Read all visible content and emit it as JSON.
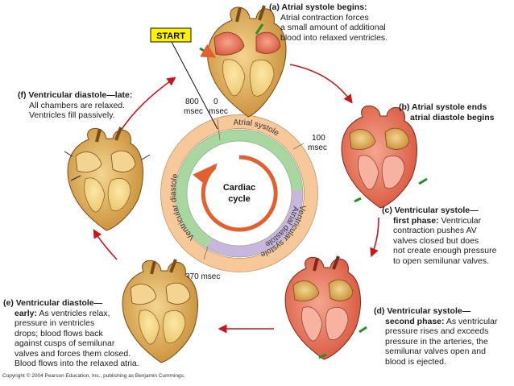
{
  "start_label": "START",
  "center": {
    "line1": "Cardiac",
    "line2": "cycle"
  },
  "ring": {
    "atrial_systole": "Atrial systole",
    "atrial_diastole": "Atrial diastole",
    "ventricular_systole": "Ventricular systole",
    "ventricular_diastole": "Ventricular diastole"
  },
  "times": {
    "t800_a": "800",
    "t800_b": "msec",
    "t0_a": "0",
    "t0_b": "msec",
    "t100_a": "100",
    "t100_b": "msec",
    "t370": "370 msec"
  },
  "phases": {
    "a": {
      "title": "(a) Atrial systole begins:",
      "lines": [
        "Atrial contraction forces",
        "a small amount of additional",
        "blood into relaxed ventricles."
      ]
    },
    "b": {
      "title_lines": [
        "(b) Atrial systole ends",
        "atrial diastole begins"
      ]
    },
    "c": {
      "title_lines": [
        "(c) Ventricular systole—",
        "first phase:"
      ],
      "first_tail": " Ventricular",
      "lines": [
        "contraction pushes AV",
        "valves closed but does",
        "not create enough pressure",
        "to open semilunar valves."
      ]
    },
    "d": {
      "title_lines": [
        "(d) Ventricular systole—",
        "second phase:"
      ],
      "first_tail": " As ventricular",
      "lines": [
        "pressure rises and exceeds",
        "pressure in the arteries, the",
        "semilunar valves open and",
        "blood is ejected."
      ]
    },
    "e": {
      "title_lines": [
        "(e) Ventricular diastole—",
        "early:"
      ],
      "first_tail": " As ventricles relax,",
      "lines": [
        "pressure in ventricles",
        "drops; blood flows back",
        "against cusps of semilunar",
        "valves and forces them closed.",
        "Blood flows into the relaxed atria."
      ]
    },
    "f": {
      "title": "(f) Ventricular diastole—late:",
      "lines": [
        "All chambers are relaxed.",
        "Ventricles fill passively."
      ]
    }
  },
  "copyright": "Copyright © 2004 Pearson Education, Inc., publishing as Benjamin Cummings.",
  "colors": {
    "outer_ring": "#f6c89a",
    "inner_ring_green": "#a8d8a0",
    "inner_ring_lavender": "#c9b6dc",
    "center_arrow": "#e0602f",
    "cycle_arrow": "#c8161d",
    "start_box": "#fff200",
    "heart_relaxed": "#d9a750",
    "heart_contracted": "#e8705a",
    "pointer_arrow": "#2f8a2f"
  }
}
